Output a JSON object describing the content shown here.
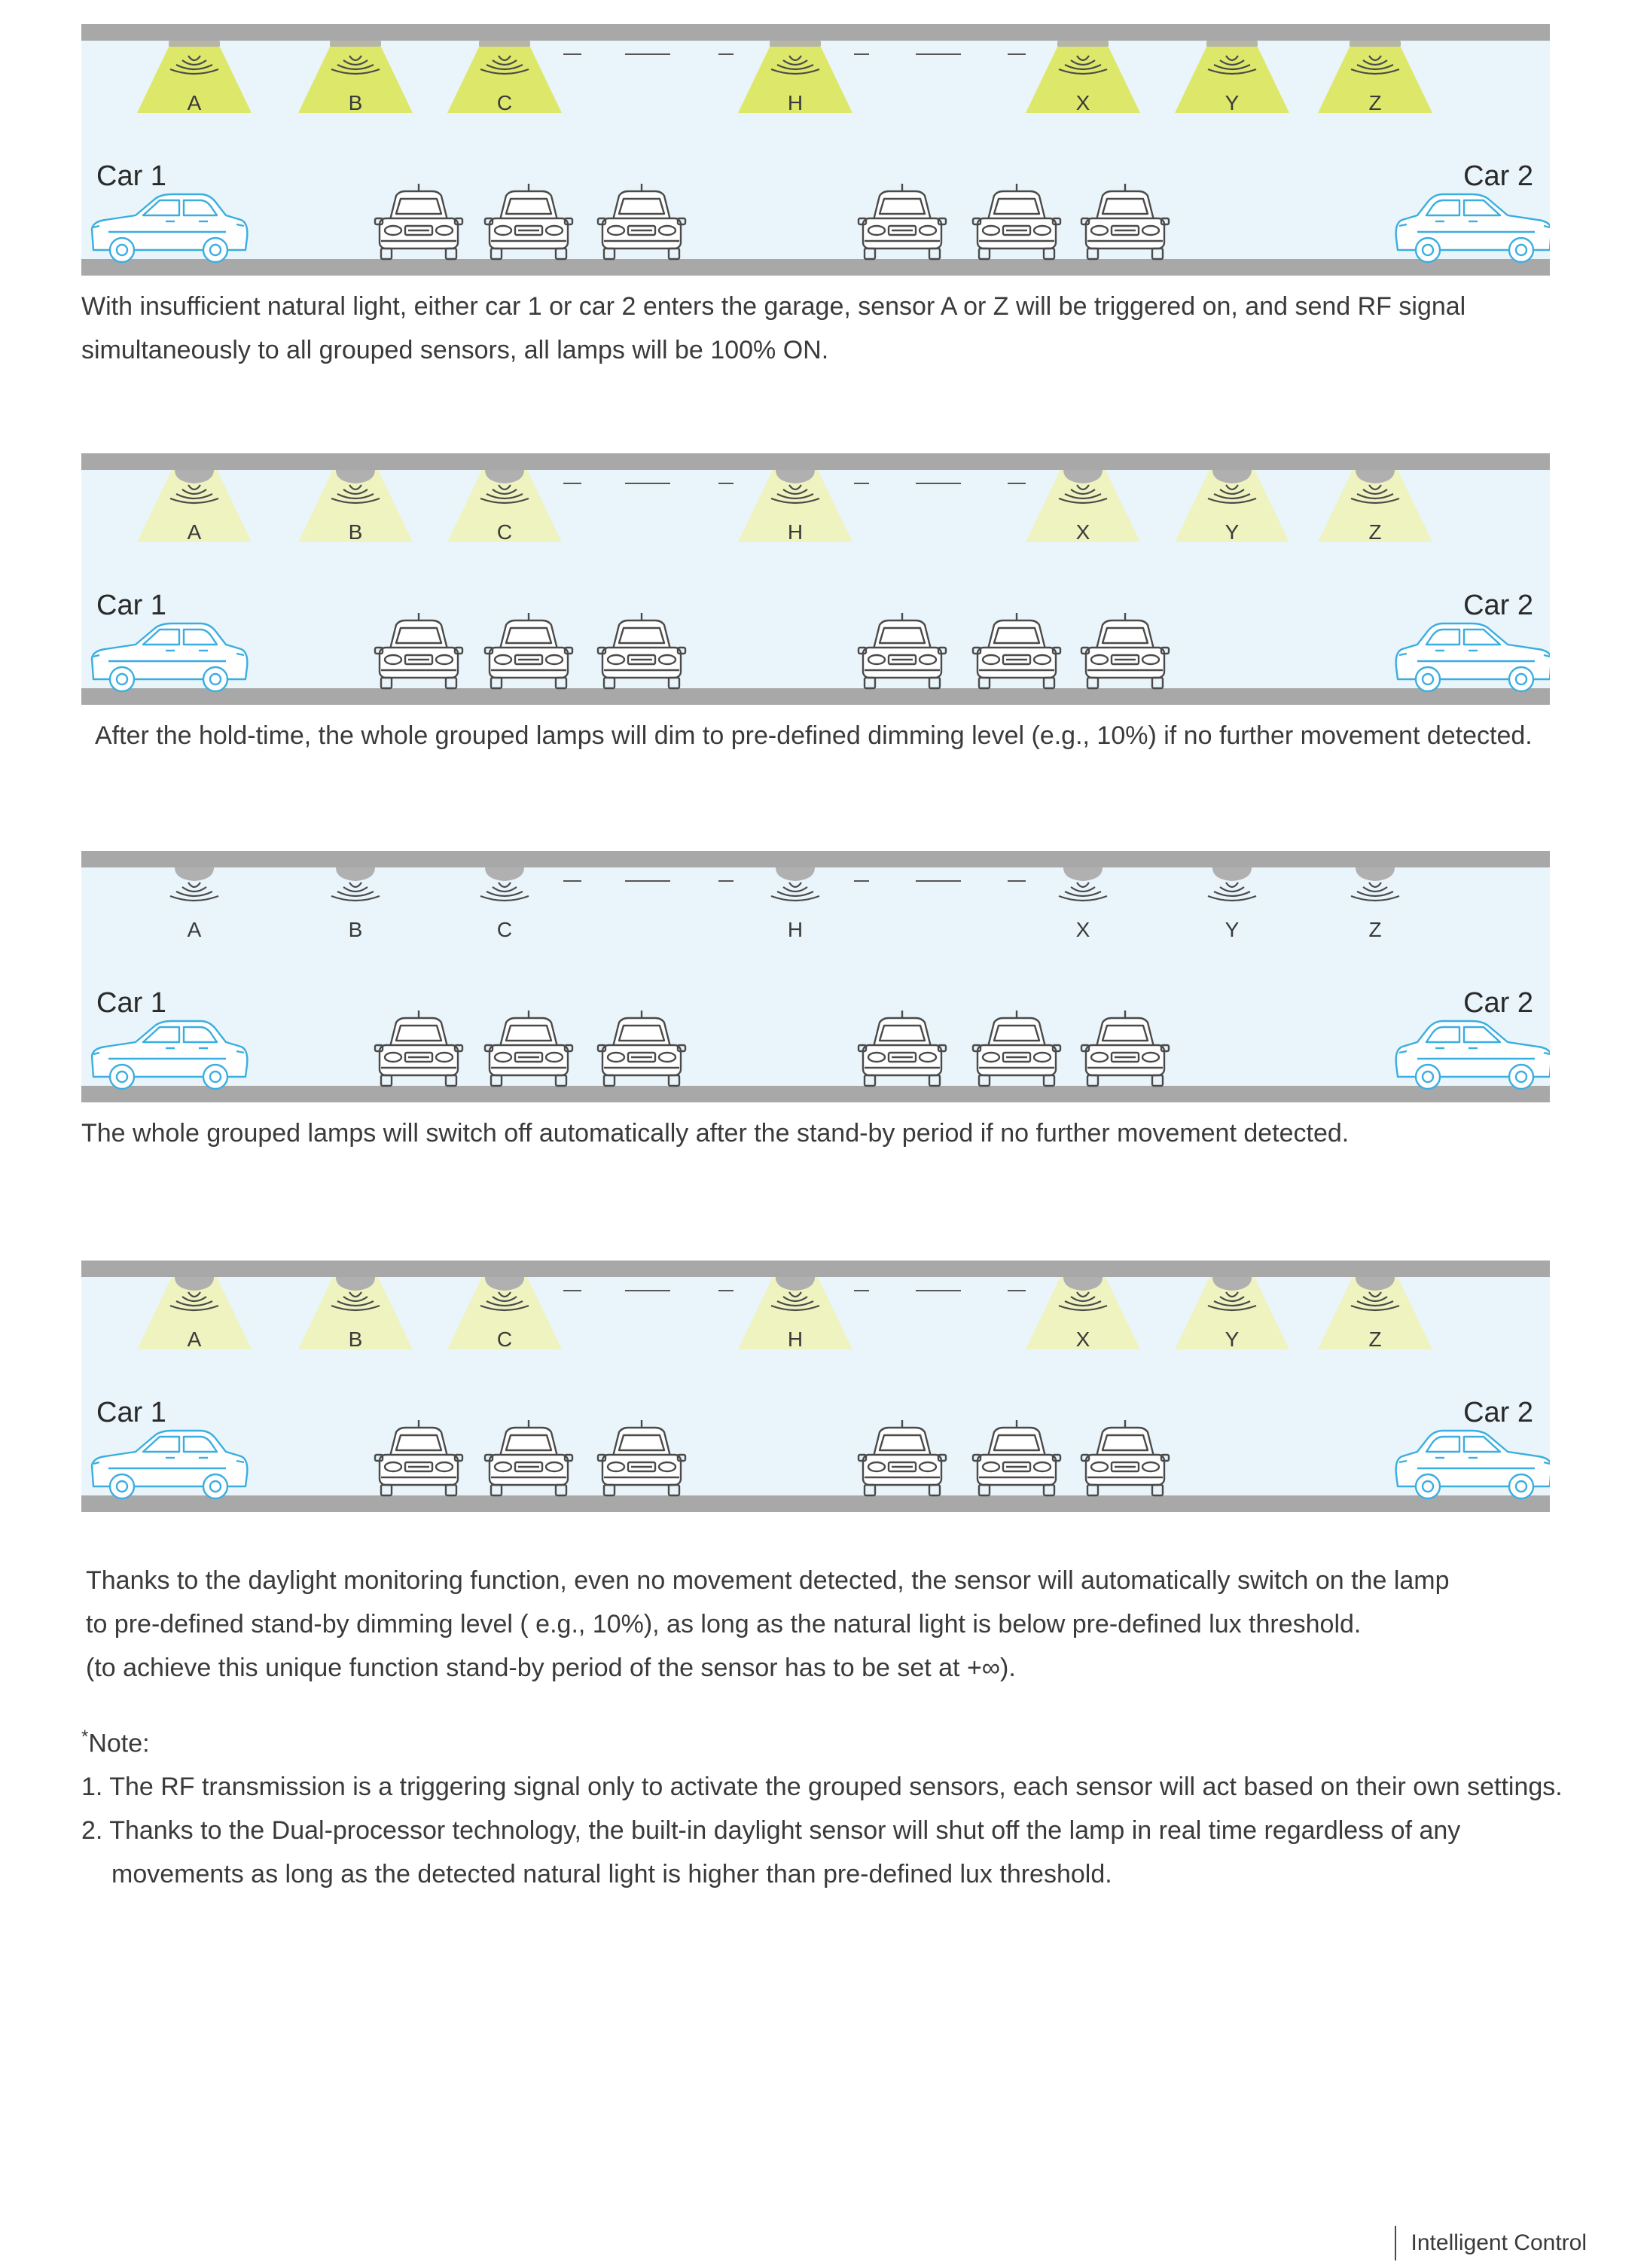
{
  "car_labels": {
    "left": "Car 1",
    "right": "Car 2"
  },
  "sensors": [
    {
      "id": "a",
      "label": "A"
    },
    {
      "id": "b",
      "label": "B"
    },
    {
      "id": "c",
      "label": "C"
    },
    {
      "id": "h",
      "label": "H"
    },
    {
      "id": "x",
      "label": "X"
    },
    {
      "id": "y",
      "label": "Y"
    },
    {
      "id": "z",
      "label": "Z"
    }
  ],
  "colors": {
    "sky": "#e9f5fa",
    "bar": "#a8a8a8",
    "beam_full": "#dde86a",
    "beam_dim": "#eef3c0",
    "car_outline": "#4a4a4a",
    "car_blue": "#3aaee0",
    "text": "#3a3a3a"
  },
  "scenarios": [
    {
      "lamp_state": "full",
      "description": [
        "With insufficient natural light, either car 1 or car 2 enters the garage, sensor A or Z will be triggered on, and send RF signal",
        "simultaneously to all grouped sensors, all lamps will be 100% ON."
      ]
    },
    {
      "lamp_state": "dim",
      "description": [
        "After the hold-time, the whole grouped lamps will dim to pre-defined dimming level (e.g., 10%) if no further movement detected."
      ]
    },
    {
      "lamp_state": "off",
      "description": [
        "The whole grouped lamps will switch off automatically after the stand-by period if no further movement detected."
      ]
    },
    {
      "lamp_state": "dim",
      "description": [
        "Thanks to the daylight monitoring function, even no movement detected, the sensor will automatically switch on the lamp",
        "to pre-defined stand-by dimming level ( e.g., 10%), as long as the natural light is below pre-defined lux threshold.",
        "(to achieve this unique function stand-by period of the sensor has to be set at +∞)."
      ]
    }
  ],
  "note": {
    "star": "*",
    "title": "Note:",
    "items": [
      "1. The RF transmission is a triggering signal only to activate the grouped sensors, each sensor will act based on their own settings.",
      "2. Thanks to the Dual-processor technology, the built-in daylight sensor will shut off the lamp in real time regardless of any",
      "movements as long as the detected natural light is higher than pre-defined lux threshold."
    ]
  },
  "footer": {
    "label": "Intelligent Control"
  }
}
